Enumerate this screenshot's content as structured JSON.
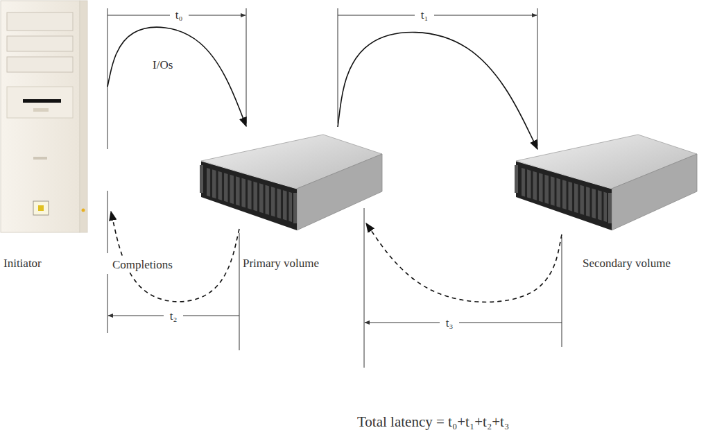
{
  "diagram": {
    "nodes": [
      {
        "text": [
          "Initiator"
        ]
      },
      {
        "text": [
          "Primary volume"
        ]
      },
      {
        "text": [
          "Secondary volume"
        ]
      }
    ],
    "edges": [
      {
        "from": 0,
        "to": 1,
        "arrow": "to",
        "label": "I/Os"
      },
      {
        "from": 1,
        "to": 0,
        "arrow": "to",
        "label": "Completions"
      },
      {
        "from": 1,
        "to": 2,
        "arrow": "to"
      },
      {
        "from": 2,
        "to": 1,
        "arrow": "to"
      }
    ],
    "labels": [
      "t₀",
      "t₁",
      "t₂",
      "t₃",
      "Total latency = t₀+t₁+t₂+t₃"
    ]
  }
}
